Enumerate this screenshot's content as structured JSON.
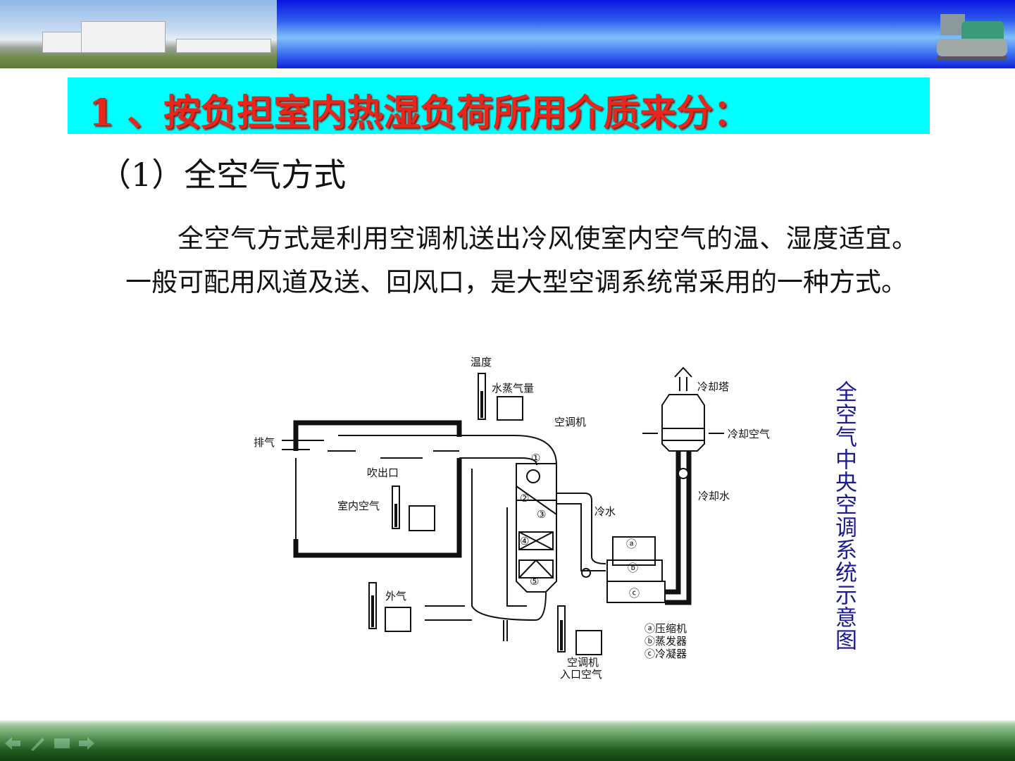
{
  "header": {
    "photo": "campus-buildings-photo",
    "machine": "water-chiller-unit-image"
  },
  "title": "1 、按负担室内热湿负荷所用介质来分：",
  "subtitle": "（1）全空气方式",
  "paragraph": "全空气方式是利用空调机送出冷风使室内空气的温、湿度适宜。一般可配用风道及送、回风口，是大型空调系统常采用的一种方式。",
  "diagram": {
    "labels": {
      "temperature": "温度",
      "vapor": "水蒸气量",
      "ahu": "空调机",
      "cooling_tower": "冷却塔",
      "cooling_air": "冷却空气",
      "exhaust": "排气",
      "outlet": "吹出口",
      "indoor_air": "室内空气",
      "chilled_water": "冷水",
      "cooling_water": "冷却水",
      "outdoor_air": "外气",
      "ahu_inlet_1": "空调机",
      "ahu_inlet_2": "入口空气"
    },
    "numbers": [
      "①",
      "②",
      "③",
      "④",
      "⑤"
    ],
    "components": [
      "ⓐ",
      "ⓑ",
      "ⓒ"
    ],
    "legend": [
      "ⓐ压缩机",
      "ⓑ蒸发器",
      "ⓒ冷凝器"
    ]
  },
  "caption": "全空气中央空调系统示意图",
  "footer": {
    "icons": [
      "back-arrow-icon",
      "pen-icon",
      "screen-icon",
      "forward-arrow-icon"
    ]
  },
  "colors": {
    "title_bg": "#00ffff",
    "title_text": "#e8261c",
    "caption": "#1b1b90"
  }
}
